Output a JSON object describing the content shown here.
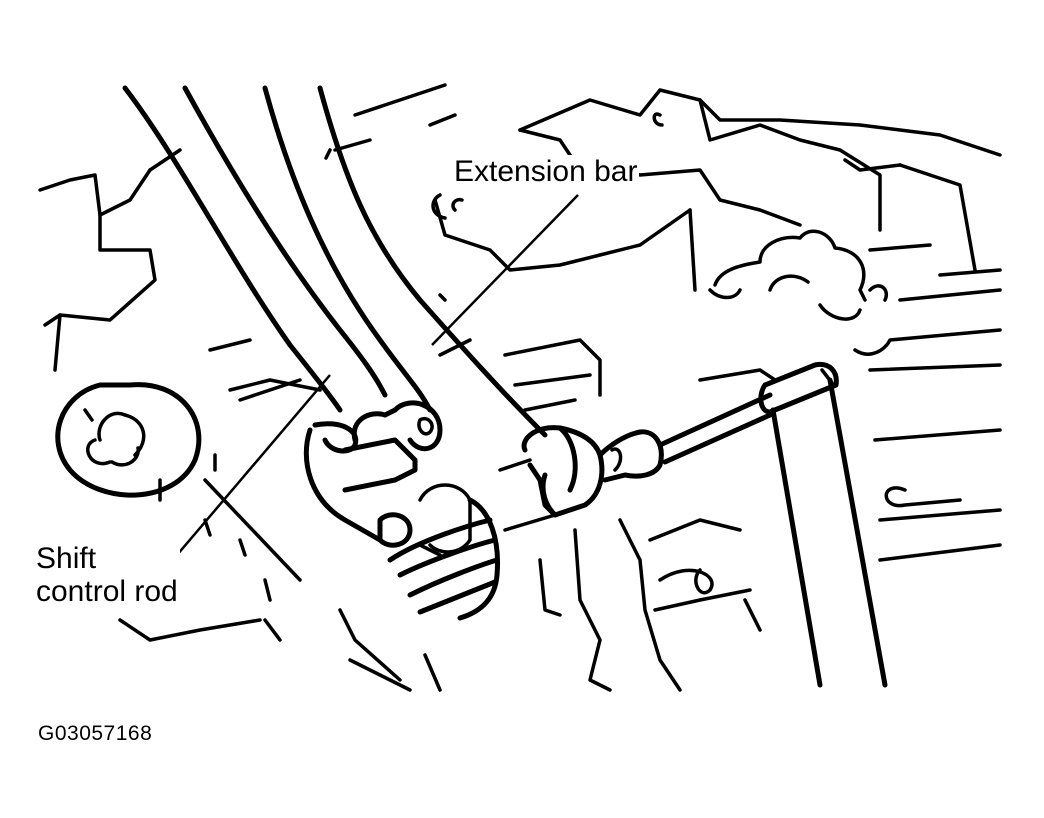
{
  "labels": {
    "extension_bar": "Extension bar",
    "shift_control_rod_line1": "Shift",
    "shift_control_rod_line2": "control rod"
  },
  "figure_id": "G03057168",
  "colors": {
    "ink": "#000000",
    "paper": "#ffffff"
  }
}
